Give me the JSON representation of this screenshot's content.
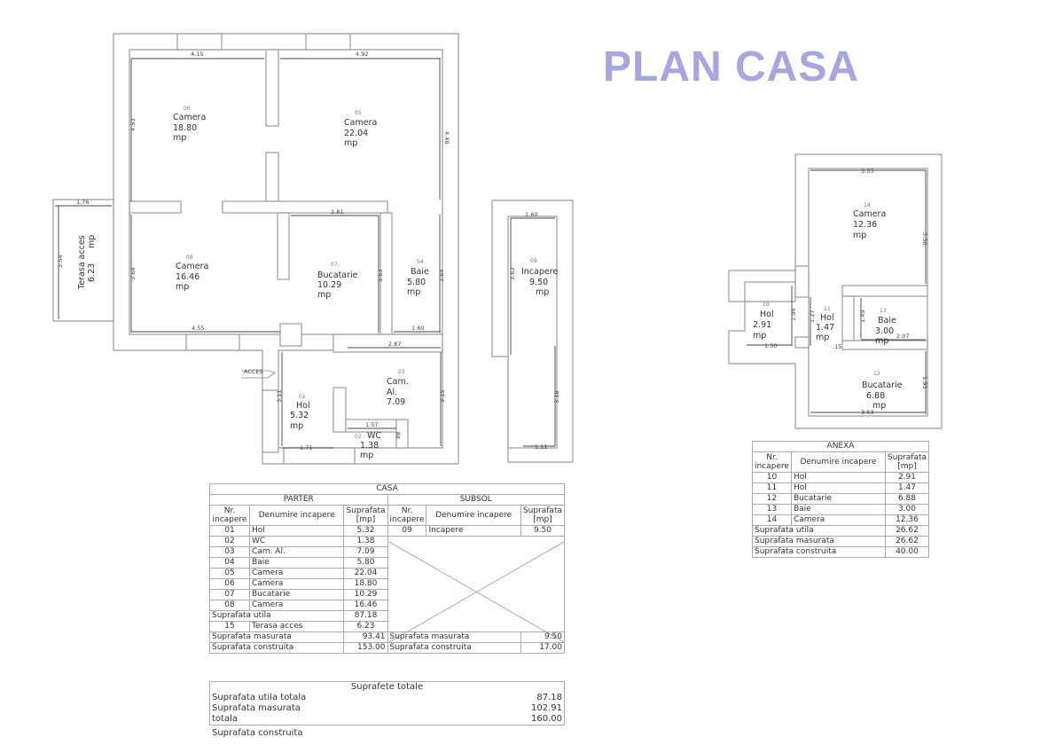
{
  "title": "PLAN CASA",
  "access_label": "ACCES",
  "unit": "mp",
  "rooms": {
    "r01": {
      "no": "01",
      "name": "Hol",
      "area": "5.32"
    },
    "r02": {
      "no": "02",
      "name": "WC",
      "area": "1.38"
    },
    "r03": {
      "no": "03",
      "name": "Cam. Al.",
      "name1": "Cam.",
      "name2": "Al.",
      "area": "7.09"
    },
    "r04": {
      "no": "04",
      "name": "Baie",
      "area": "5.80"
    },
    "r05": {
      "no": "05",
      "name": "Camera",
      "area": "22.04"
    },
    "r06": {
      "no": "06",
      "name": "Camera",
      "area": "18.80"
    },
    "r07": {
      "no": "07",
      "name": "Bucatarie",
      "area": "10.29"
    },
    "r08": {
      "no": "08",
      "name": "Camera",
      "area": "16.46"
    },
    "r09": {
      "no": "09",
      "name": "Incapere",
      "area": "9.50"
    },
    "r10": {
      "no": "10",
      "name": "Hol",
      "area": "2.91"
    },
    "r11": {
      "no": "11",
      "name": "Hol",
      "area": "1.47"
    },
    "r12": {
      "no": "12",
      "name": "Bucatarie",
      "area": "6.88"
    },
    "r13": {
      "no": "13",
      "name": "Baie",
      "area": "3.00"
    },
    "r14": {
      "no": "14",
      "name": "Camera",
      "area": "12.36"
    },
    "r15": {
      "no": "15",
      "name": "Terasa acces",
      "area": "6.23"
    }
  },
  "dimensions": {
    "d415": "4.15",
    "d492": "4.92",
    "d453": "4.53",
    "d448": "4.48",
    "d176": "1.76",
    "d354": "3.54",
    "d364a": "3.64",
    "d281": "2.81",
    "d363": "3.63",
    "d364b": "3.64",
    "d455": "4.55",
    "d160a": "1.60",
    "d287": "2.87",
    "d311": "3.11",
    "d315": "3.15",
    "d157": "1.57",
    "d088": ".88",
    "d171": "1.71",
    "d160b": "1.60",
    "d362": "3.62",
    "d318": "3.18",
    "d111": "1.11",
    "d353a": "3.53",
    "d350": "3.50",
    "d194": "1.94",
    "d127": "1.27",
    "d149": "1.49",
    "d150": "1.50",
    "d015": ".15",
    "d207": "2.07",
    "d195": "1.95",
    "d353b": "3.53"
  },
  "casa_table": {
    "title": "CASA",
    "parter": "PARTER",
    "subsol": "SUBSOL",
    "col_nr": "Nr. incapere",
    "col_name": "Denumire incapere",
    "col_area": "Suprafata [mp]",
    "parter_rows": [
      [
        "01",
        "Hol",
        "5.32"
      ],
      [
        "02",
        "WC",
        "1.38"
      ],
      [
        "03",
        "Cam. Al.",
        "7.09"
      ],
      [
        "04",
        "Baie",
        "5.80"
      ],
      [
        "05",
        "Camera",
        "22.04"
      ],
      [
        "06",
        "Camera",
        "18.80"
      ],
      [
        "07",
        "Bucatarie",
        "10.29"
      ],
      [
        "08",
        "Camera",
        "16.46"
      ]
    ],
    "subsol_rows": [
      [
        "09",
        "Incapere",
        "9.50"
      ]
    ],
    "parter_utila": {
      "label": "Suprafata utila",
      "value": "87.18"
    },
    "terasa": [
      "15",
      "Terasa acces",
      "6.23"
    ],
    "parter_masurata": {
      "label": "Suprafata masurata",
      "value": "93.41"
    },
    "parter_construita": {
      "label": "Suprafata construita",
      "value": "153.00"
    },
    "subsol_masurata": {
      "label": "Suprafata masurata",
      "value": "9.50"
    },
    "subsol_construita": {
      "label": "Suprafata construita",
      "value": "17.00"
    }
  },
  "anexa_table": {
    "title": "ANEXA",
    "col_nr": "Nr. incapere",
    "col_name": "Denumire incapere",
    "col_area": "Suprafata [mp]",
    "rows": [
      [
        "10",
        "Hol",
        "2.91"
      ],
      [
        "11",
        "Hol",
        "1.47"
      ],
      [
        "12",
        "Bucatarie",
        "6.88"
      ],
      [
        "13",
        "Baie",
        "3.00"
      ],
      [
        "14",
        "Camera",
        "12.36"
      ]
    ],
    "utila": {
      "label": "Suprafata utila",
      "value": "26.62"
    },
    "masurata": {
      "label": "Suprafata masurata",
      "value": "26.62"
    },
    "construita": {
      "label": "Suprafata construita",
      "value": "40.00"
    }
  },
  "totals_table": {
    "title": "Suprafete totale",
    "utila": {
      "label": "Suprafata utila totala",
      "value": "87.18"
    },
    "masurata": {
      "label": "Suprafata masurata",
      "value": "102.91"
    },
    "totala": {
      "label": "totala",
      "value": "160.00"
    },
    "construita": {
      "label": "Suprafata construita"
    }
  }
}
